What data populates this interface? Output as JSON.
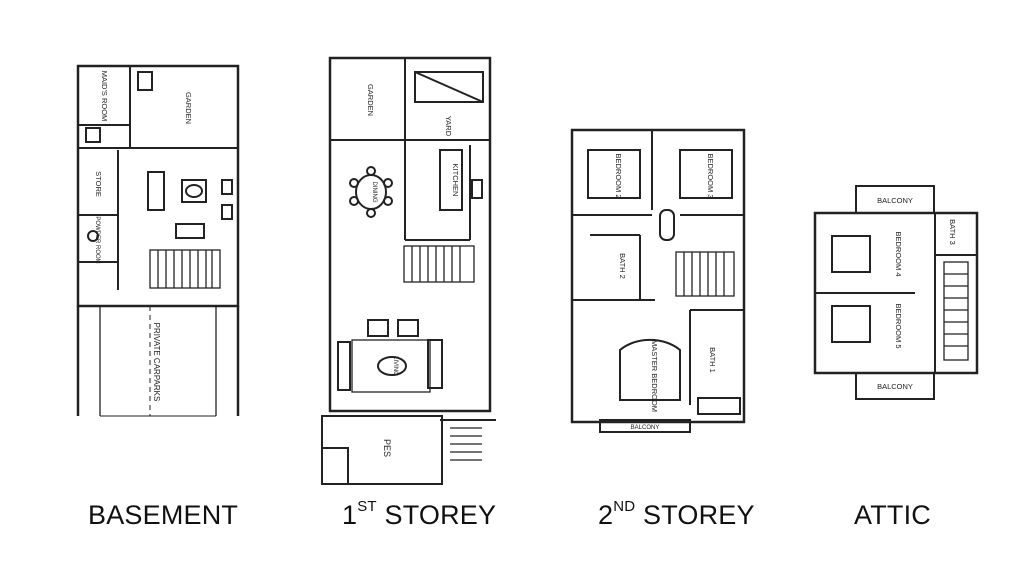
{
  "floors": [
    {
      "caption": {
        "base": "BASEMENT",
        "sup": "",
        "suffix": ""
      },
      "rooms": {
        "maids_room": "MAID'S ROOM",
        "garden": "GARDEN",
        "store": "STORE",
        "powder_room": "POWDER ROOM",
        "private_carpark": "PRIVATE CARPARKS"
      }
    },
    {
      "caption": {
        "base": "1",
        "sup": "ST",
        "suffix": " STOREY"
      },
      "rooms": {
        "garden": "GARDEN",
        "yard": "YARD",
        "dining": "DINING",
        "kitchen": "KITCHEN",
        "living": "LIVING",
        "pes": "PES"
      }
    },
    {
      "caption": {
        "base": "2",
        "sup": "ND",
        "suffix": " STOREY"
      },
      "rooms": {
        "bedroom_2": "BEDROOM 2",
        "bedroom_3": "BEDROOM 3",
        "bath_2": "BATH 2",
        "master_bedroom": "MASTER BEDROOM",
        "bath_1": "BATH 1",
        "balcony": "BALCONY"
      }
    },
    {
      "caption": {
        "base": "ATTIC",
        "sup": "",
        "suffix": ""
      },
      "rooms": {
        "balcony_top": "BALCONY",
        "bedroom_4": "BEDROOM 4",
        "bedroom_5": "BEDROOM 5",
        "bath_3": "BATH 3",
        "balcony_bottom": "BALCONY"
      }
    }
  ]
}
